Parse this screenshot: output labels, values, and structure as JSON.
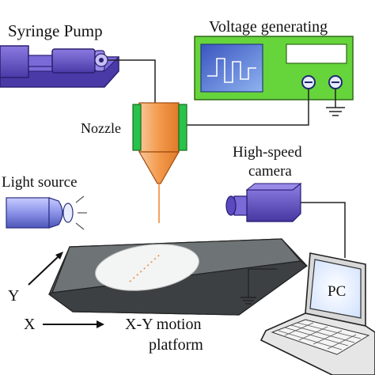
{
  "labels": {
    "syringe_pump": "Syringe Pump",
    "voltage_generating": "Voltage generating",
    "nozzle": "Nozzle",
    "light_source": "Light source",
    "camera_line1": "High-speed",
    "camera_line2": "camera",
    "pc": "PC",
    "axis_y": "Y",
    "axis_x": "X",
    "platform_line1": "X-Y motion",
    "platform_line2": "platform"
  },
  "colors": {
    "pump_purple": "#6a5acd",
    "voltage_green": "#66d43b",
    "screen_blue": "#4a64c4",
    "nozzle_orange": "#f0a050",
    "nozzle_green": "#29c24a",
    "platform_gray": "#6e7375",
    "jet_line": "#f08a3c"
  },
  "icons": {
    "voltage_knob_positive": "plus-knob-icon",
    "voltage_knob_negative": "minus-knob-icon",
    "ground": "ground-icon"
  }
}
